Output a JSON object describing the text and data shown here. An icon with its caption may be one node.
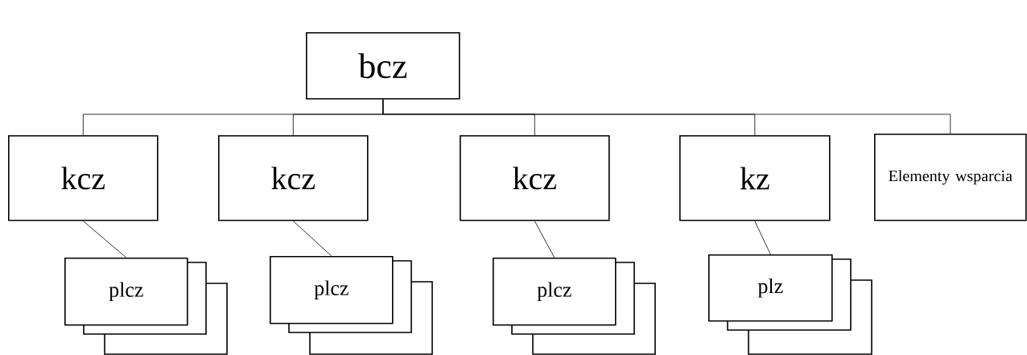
{
  "diagram": {
    "nodes": [
      {
        "text": [
          "bcz"
        ]
      },
      {
        "text": [
          "kcz"
        ]
      },
      {
        "text": [
          "kcz"
        ]
      },
      {
        "text": [
          "kcz"
        ]
      },
      {
        "text": [
          "kz"
        ]
      },
      {
        "text": [
          "Elementy wsparcia"
        ]
      },
      {
        "text": [
          "plcz"
        ]
      },
      {
        "text": [
          "plcz"
        ]
      },
      {
        "text": [
          "plcz"
        ]
      },
      {
        "text": [
          "plz"
        ]
      }
    ],
    "edges": [
      {
        "from": 0,
        "to": 1,
        "arrow": "none"
      },
      {
        "from": 0,
        "to": 2,
        "arrow": "none"
      },
      {
        "from": 0,
        "to": 3,
        "arrow": "none"
      },
      {
        "from": 0,
        "to": 4,
        "arrow": "none"
      },
      {
        "from": 0,
        "to": 5,
        "arrow": "none"
      },
      {
        "from": 1,
        "to": 6,
        "arrow": "none"
      },
      {
        "from": 2,
        "to": 7,
        "arrow": "none"
      },
      {
        "from": 3,
        "to": 8,
        "arrow": "none"
      },
      {
        "from": 4,
        "to": 9,
        "arrow": "none"
      }
    ]
  }
}
